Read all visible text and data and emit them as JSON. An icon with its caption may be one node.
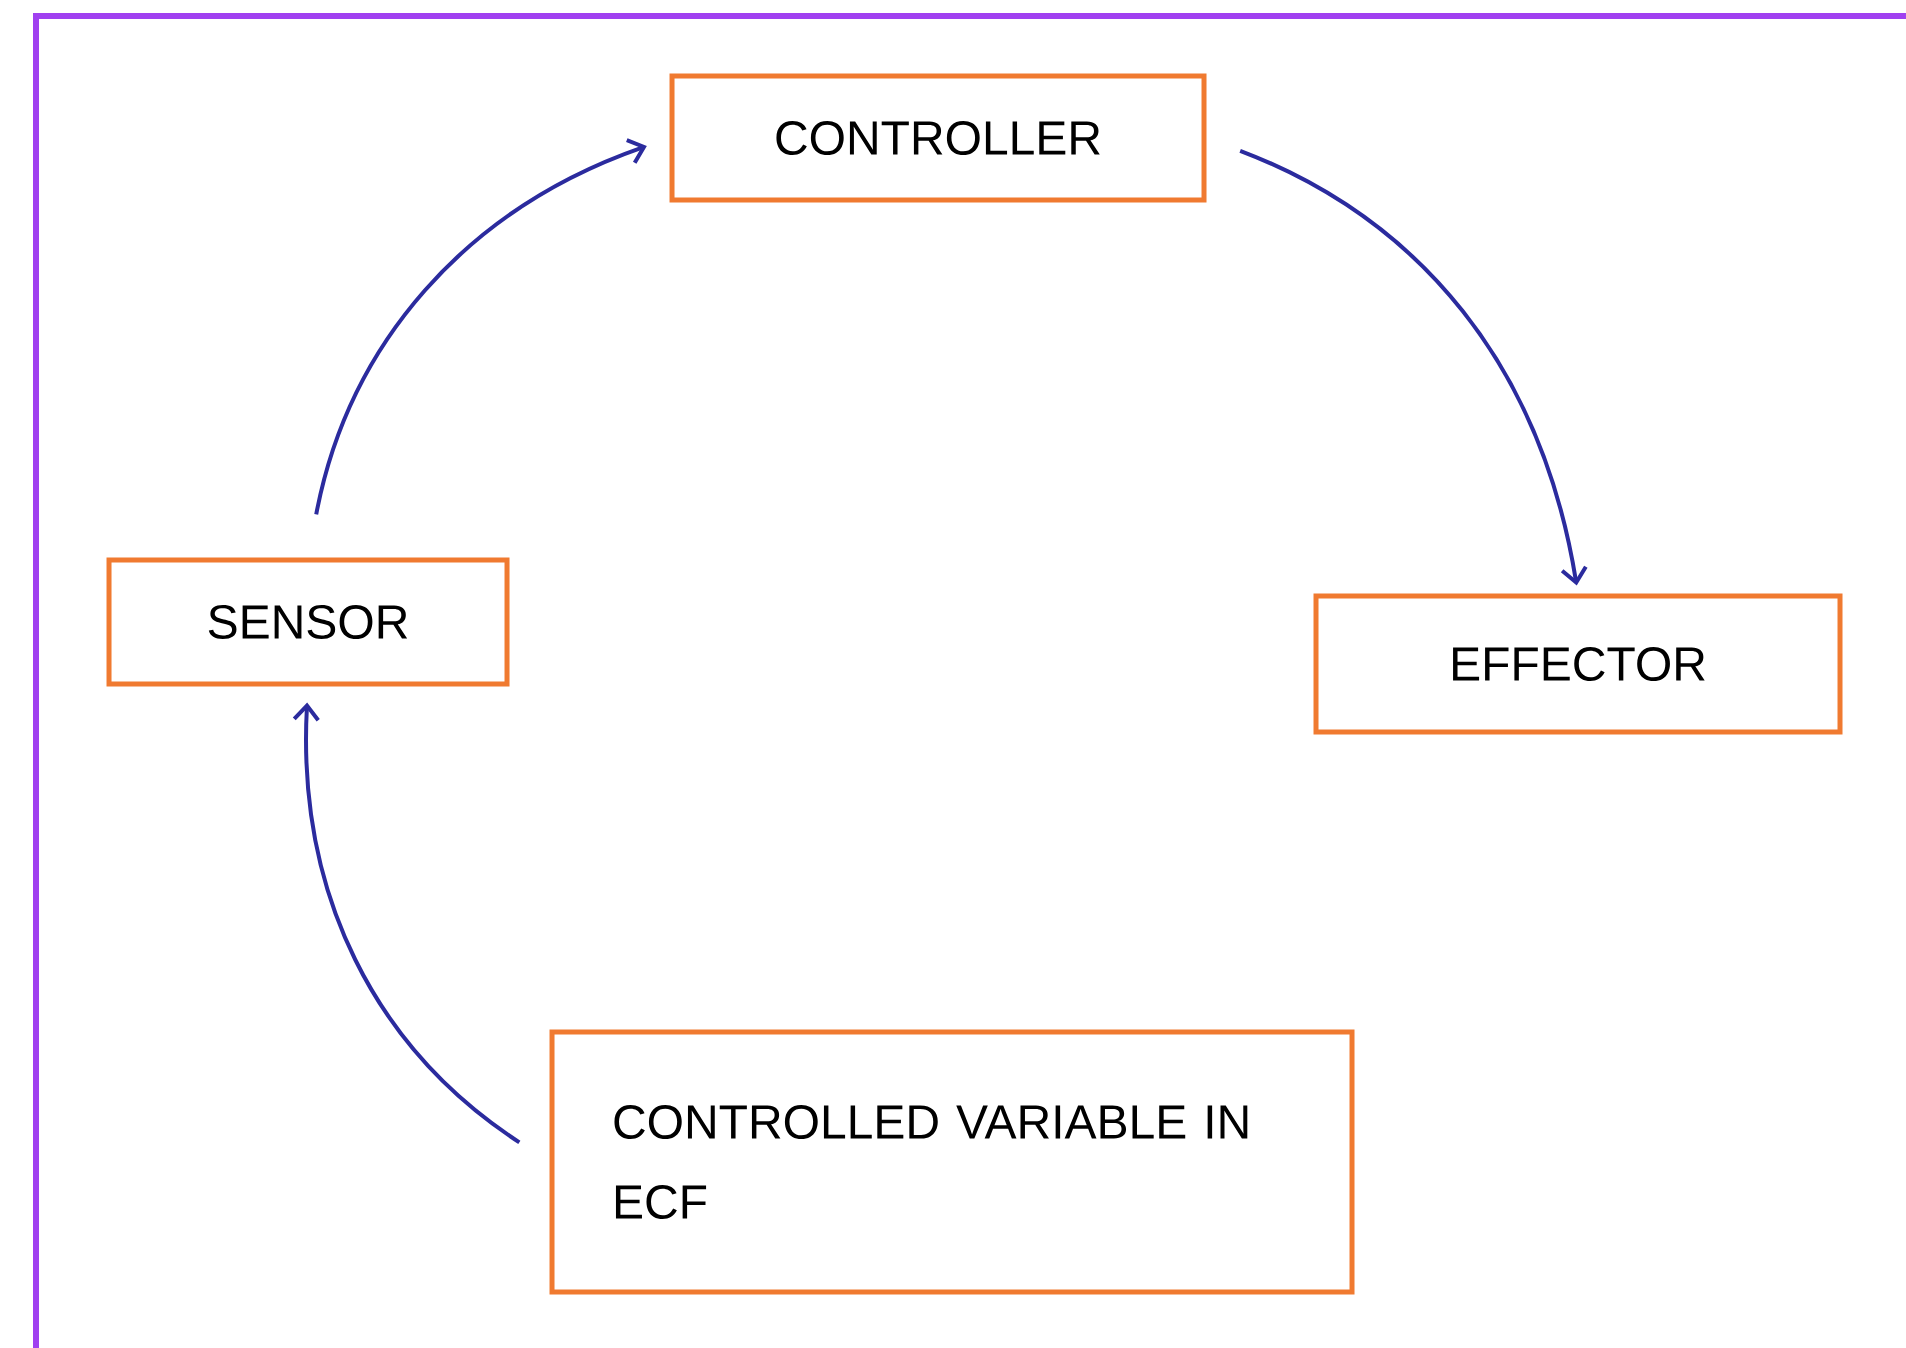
{
  "diagram": {
    "nodes": [
      {
        "text": [
          "CONTROLLER"
        ]
      },
      {
        "text": [
          "EFFECTOR"
        ]
      },
      {
        "text": [
          "SENSOR"
        ]
      },
      {
        "text": [
          "CONTROLLED VARIABLE IN ECF"
        ]
      }
    ],
    "edges": [
      {
        "from": 0,
        "to": 1,
        "arrow": "to"
      },
      {
        "from": 2,
        "to": 0,
        "arrow": "to"
      },
      {
        "from": 3,
        "to": 2,
        "arrow": "to"
      }
    ]
  }
}
